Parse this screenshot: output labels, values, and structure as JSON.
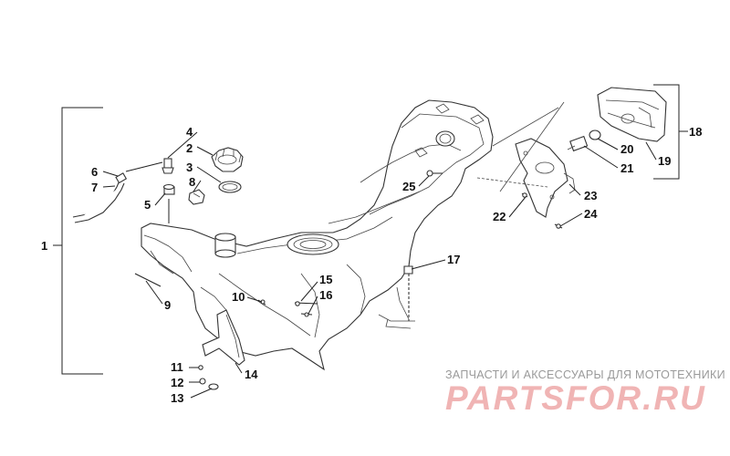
{
  "callouts": {
    "c1": "1",
    "c2": "2",
    "c3": "3",
    "c4": "4",
    "c5": "5",
    "c6": "6",
    "c7": "7",
    "c8": "8",
    "c9": "9",
    "c10": "10",
    "c11": "11",
    "c12": "12",
    "c13": "13",
    "c14": "14",
    "c15": "15",
    "c16": "16",
    "c17": "17",
    "c18": "18",
    "c19": "19",
    "c20": "20",
    "c21": "21",
    "c22": "22",
    "c23": "23",
    "c24": "24",
    "c25": "25"
  },
  "watermark": {
    "caption": "ЗАПЧАСТИ И АКСЕССУАРЫ ДЛЯ МОТОТЕХНИКИ",
    "logo": "PARTSFOR.RU"
  },
  "colors": {
    "line": "#222222",
    "watermark_caption": "#9a9a9a",
    "watermark_logo": "#f0b4b4"
  }
}
